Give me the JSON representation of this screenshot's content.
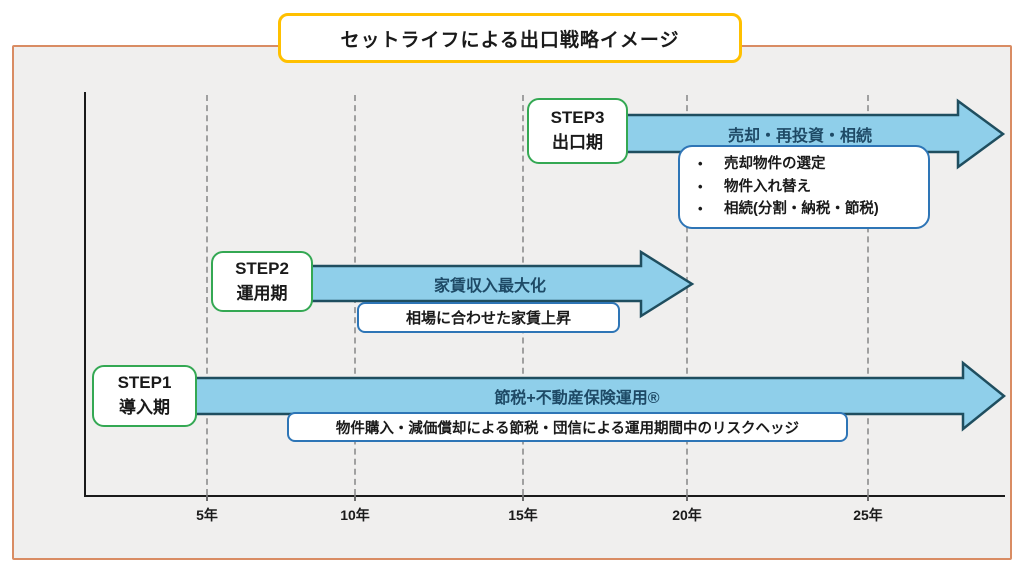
{
  "title": "セットライフによる出口戦略イメージ",
  "bullet_char": "•",
  "timeline": {
    "ticks": [
      "5年",
      "10年",
      "15年",
      "20年",
      "25年"
    ]
  },
  "steps": [
    {
      "id": "STEP1",
      "phase": "導入期",
      "arrow_label": "節税+不動産保険運用®",
      "note": "物件購入・減価償却による節税・団信による運用期間中のリスクヘッジ"
    },
    {
      "id": "STEP2",
      "phase": "運用期",
      "arrow_label": "家賃収入最大化",
      "note": "相場に合わせた家賃上昇"
    },
    {
      "id": "STEP3",
      "phase": "出口期",
      "arrow_label": "売却・再投資・相続",
      "details": [
        "売却物件の選定",
        "物件入れ替え",
        "相続(分割・納税・節税)"
      ]
    }
  ],
  "colors": {
    "frame_border": "#D98C63",
    "frame_background": "#F0EFEE",
    "title_border": "#FFC000",
    "step_box_border": "#34A853",
    "arrow_fill": "#8FCFEA",
    "arrow_outline": "#1F4E5F",
    "arrow_text": "#1E4A66",
    "note_border": "#2E75B6",
    "gridline": "#A0A0A0",
    "axis": "#1A1A1A"
  }
}
